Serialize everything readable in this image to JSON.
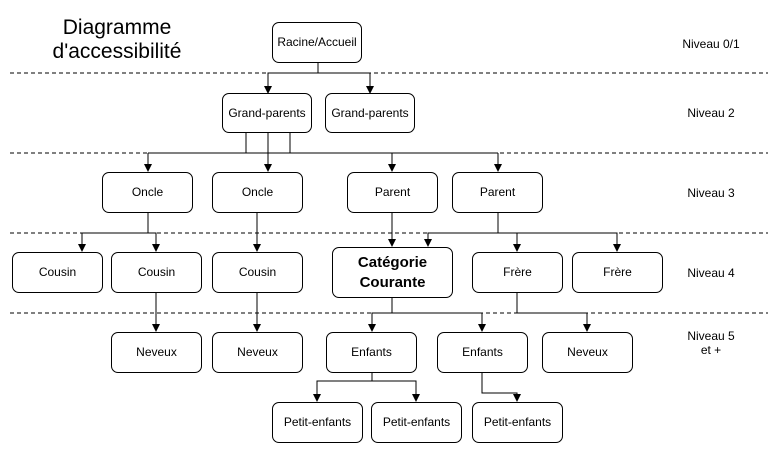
{
  "title": "Diagramme\nd'accessibilité",
  "levels": [
    "Niveau 0/1",
    "Niveau 2",
    "Niveau 3",
    "Niveau 4",
    "Niveau 5\net +"
  ],
  "nodes": {
    "root": "Racine/Accueil",
    "grandparent_a": "Grand-parents",
    "grandparent_b": "Grand-parents",
    "uncle_a": "Oncle",
    "uncle_b": "Oncle",
    "parent_a": "Parent",
    "parent_b": "Parent",
    "cousin_a": "Cousin",
    "cousin_b": "Cousin",
    "cousin_c": "Cousin",
    "current": "Catégorie\nCourante",
    "sibling_a": "Frère",
    "sibling_b": "Frère",
    "nephew_a": "Neveux",
    "nephew_b": "Neveux",
    "children_a": "Enfants",
    "children_b": "Enfants",
    "nephew_c": "Neveux",
    "grandchild_a": "Petit-enfants",
    "grandchild_b": "Petit-enfants",
    "grandchild_c": "Petit-enfants"
  }
}
